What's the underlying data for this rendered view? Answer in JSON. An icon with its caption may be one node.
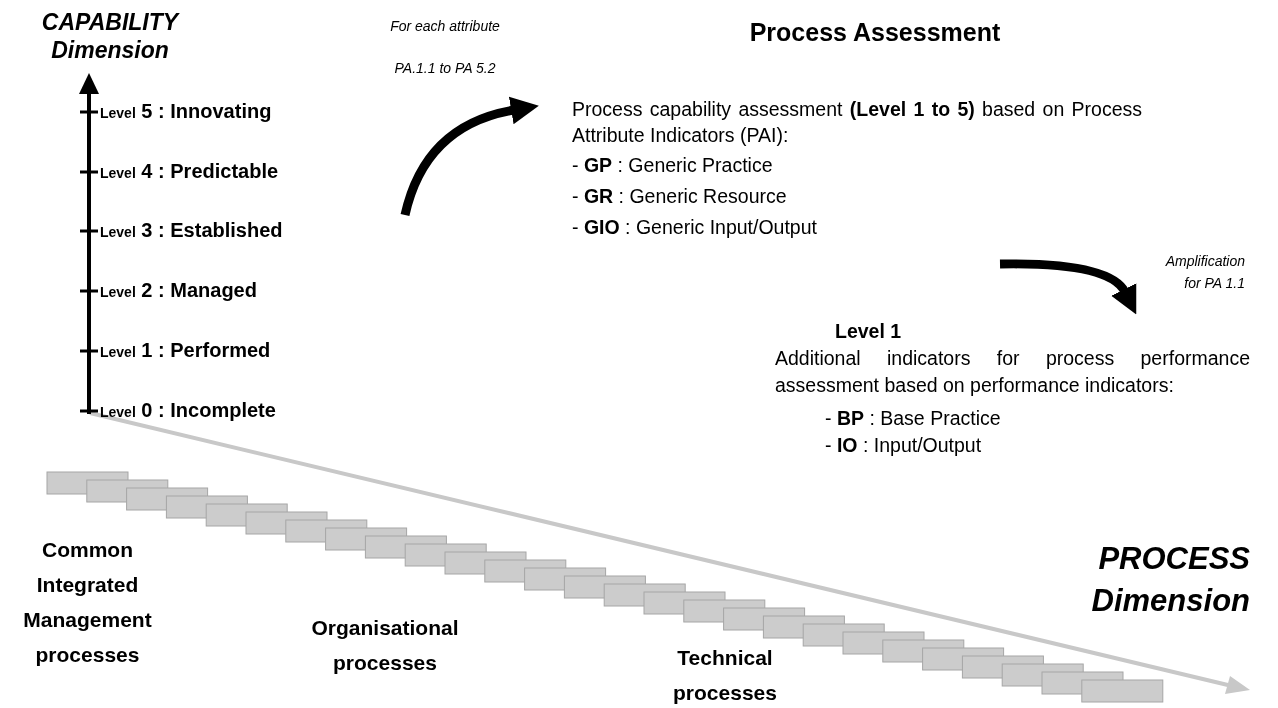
{
  "diagram": {
    "title": "Process Assessment",
    "nodes": [
      {
        "text": [
          "Process capability assessment **(Level 1 to 5)** based on Process Attribute Indicators (PAI):",
          "- **GP** : Generic Practice",
          "- **GR** : Generic Resource",
          "- **GIO** : Generic Input/Output"
        ]
      },
      {
        "text": [
          "Level 1",
          "Additional indicators for process performance assessment based on performance indicators:",
          "- **BP** : Base Practice",
          "- **IO** : Input/Output"
        ]
      }
    ],
    "edges": [
      {
        "from": null,
        "to": 0,
        "arrow": "to"
      },
      {
        "from": 0,
        "to": 1,
        "arrow": "to",
        "label": "Amplification for PA 1.1"
      }
    ],
    "labels": [
      "CAPABILITY Dimension",
      "For each attribute",
      "PA.1.1 to PA 5.2",
      "Level 5 : Innovating",
      "Level 4 : Predictable",
      "Level 3 : Established",
      "Level 2 : Managed",
      "Level 1 : Performed",
      "Level 0 : Incomplete",
      "Common Integrated Management processes",
      "Organisational processes",
      "Technical processes",
      "PROCESS Dimension"
    ]
  }
}
